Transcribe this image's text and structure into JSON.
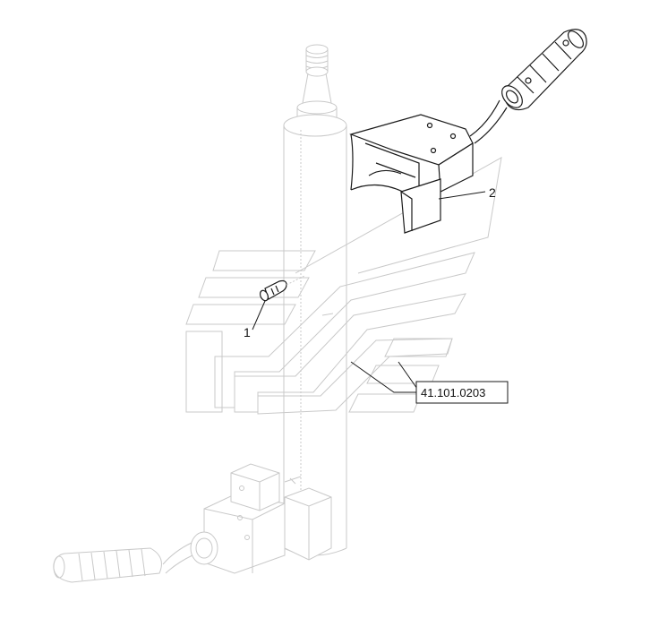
{
  "callouts": {
    "item_1": "1",
    "item_2": "2",
    "reference": "41.101.0203"
  },
  "colors": {
    "ghost_line": "#c9c9c9",
    "highlight_line": "#1a1a1a",
    "background": "#ffffff"
  }
}
